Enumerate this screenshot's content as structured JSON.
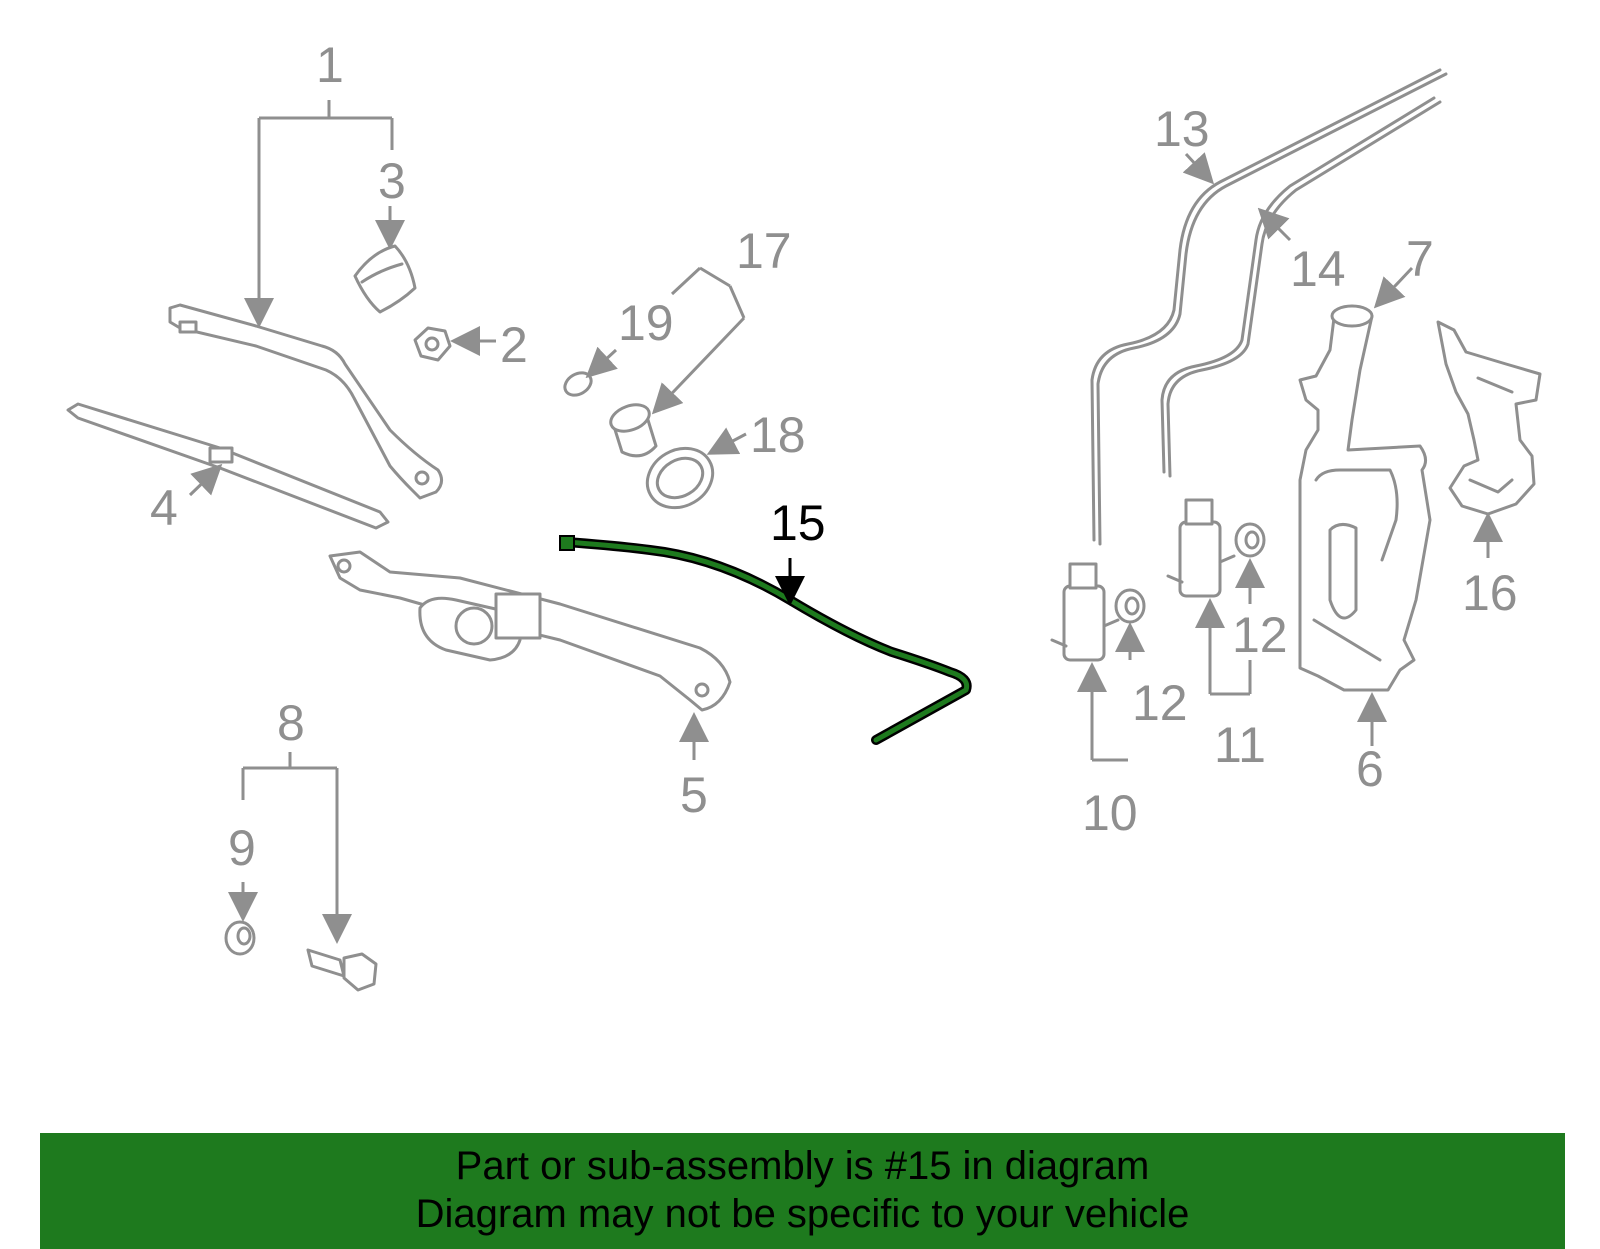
{
  "diagram": {
    "highlighted_part": "15",
    "callouts": {
      "c1": "1",
      "c2": "2",
      "c3": "3",
      "c4": "4",
      "c5": "5",
      "c6": "6",
      "c7": "7",
      "c8": "8",
      "c9": "9",
      "c10": "10",
      "c11": "11",
      "c12a": "12",
      "c12b": "12",
      "c13": "13",
      "c14": "14",
      "c15": "15",
      "c16": "16",
      "c17": "17",
      "c18": "18",
      "c19": "19"
    },
    "colors": {
      "part_gray": "#8f8f8f",
      "highlight_green": "#1e7a1e",
      "highlight_outline": "#000000"
    }
  },
  "footer": {
    "line1": "Part or sub-assembly is #15 in diagram",
    "line2": "Diagram may not be specific to your vehicle",
    "background": "#1e7a1e"
  }
}
